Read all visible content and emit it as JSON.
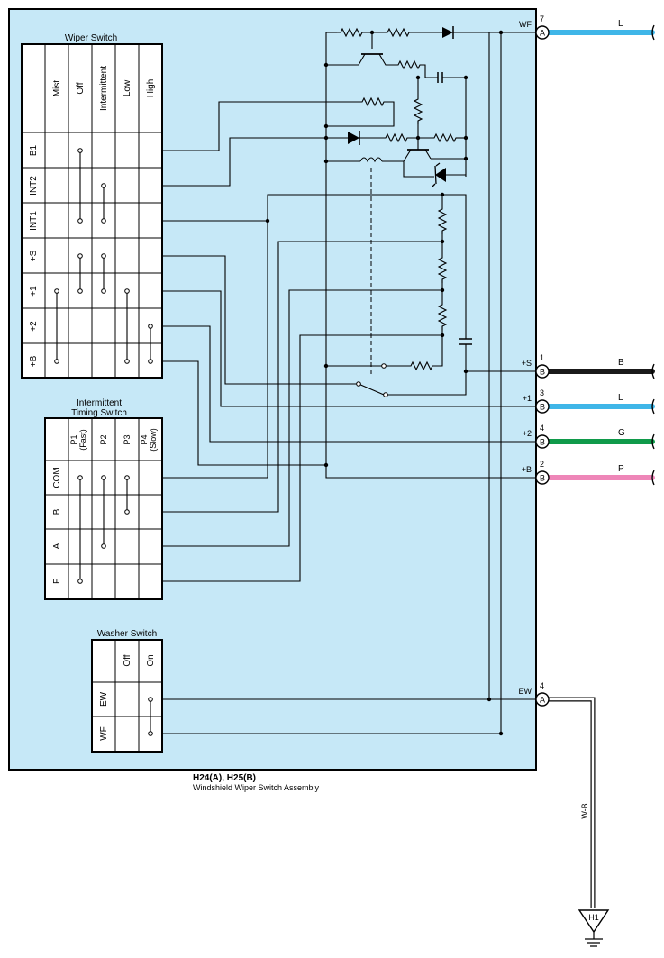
{
  "assembly": {
    "connector_ids": "H24(A), H25(B)",
    "name": "Windshield Wiper Switch Assembly",
    "body_color": "#c6e8f7"
  },
  "wiper_switch": {
    "title": "Wiper Switch",
    "columns": [
      "Mist",
      "Off",
      "Intermittent",
      "Low",
      "High"
    ],
    "rows": [
      "B1",
      "INT2",
      "INT1",
      "+S",
      "+1",
      "+2",
      "+B"
    ]
  },
  "timing_switch": {
    "title_line1": "Intermittent",
    "title_line2": "Timing Switch",
    "columns": [
      {
        "line1": "P1",
        "line2": "(Fast)"
      },
      {
        "line1": "P2",
        "line2": ""
      },
      {
        "line1": "P3",
        "line2": ""
      },
      {
        "line1": "P4",
        "line2": "(Slow)"
      }
    ],
    "rows": [
      "COM",
      "B",
      "A",
      "F"
    ]
  },
  "washer_switch": {
    "title": "Washer Switch",
    "columns": [
      "Off",
      "On"
    ],
    "rows": [
      "EW",
      "WF"
    ]
  },
  "terminals": [
    {
      "name": "WF",
      "pin": "7",
      "connector": "A",
      "wire": "L",
      "color": "#3fb6e8"
    },
    {
      "name": "+S",
      "pin": "1",
      "connector": "B",
      "wire": "B",
      "color": "#1a1a1a"
    },
    {
      "name": "+1",
      "pin": "3",
      "connector": "B",
      "wire": "L",
      "color": "#3fb6e8"
    },
    {
      "name": "+2",
      "pin": "4",
      "connector": "B",
      "wire": "G",
      "color": "#109a4a"
    },
    {
      "name": "+B",
      "pin": "2",
      "connector": "B",
      "wire": "P",
      "color": "#ee86b8"
    },
    {
      "name": "EW",
      "pin": "4",
      "connector": "A",
      "wire": "",
      "color": "#ffffff"
    }
  ],
  "ground": {
    "wire": "W-B",
    "id": "H1"
  }
}
